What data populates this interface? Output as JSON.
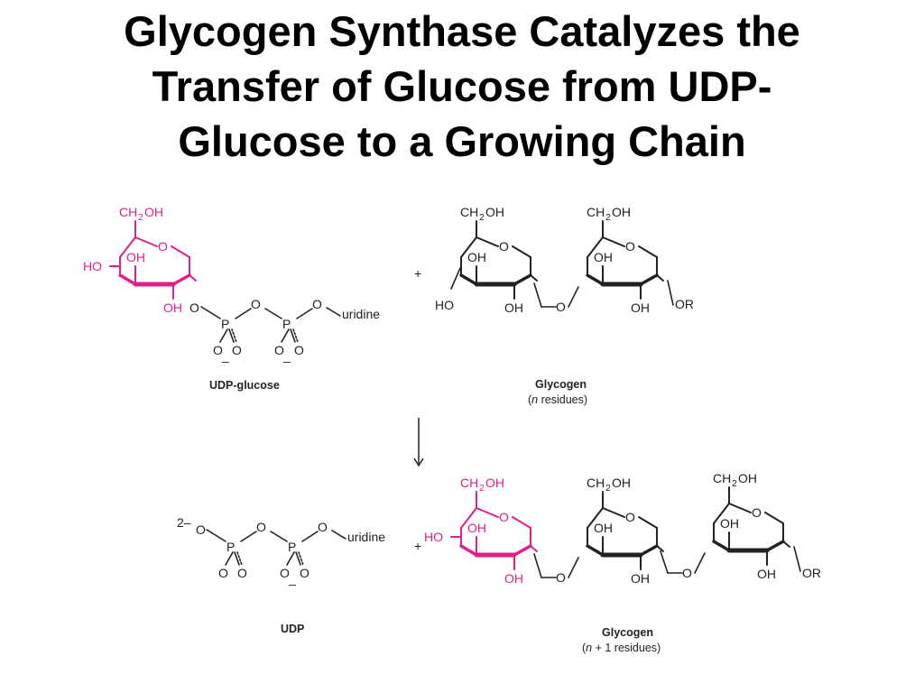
{
  "title": {
    "line1": "Glycogen Synthase Catalyzes the",
    "line2": "Transfer of Glucose from UDP-",
    "line3": "Glucose to a Growing Chain"
  },
  "colors": {
    "highlight": "#e0208a",
    "ink": "#222222",
    "title": "#000000"
  },
  "labels": {
    "ch2": "CH",
    "sub2": "2",
    "oh": "OH",
    "ho": "HO",
    "o": "O",
    "p": "P",
    "minus": "_",
    "or": "OR",
    "uridine": "uridine",
    "plus": "+",
    "dianion": "2–"
  },
  "captions": {
    "udp_glucose": "UDP-glucose",
    "glycogen": "Glycogen",
    "glycogen_n_var": "n",
    "glycogen_n_rest": " residues)",
    "udp": "UDP",
    "glycogen2": "Glycogen",
    "glycogen_n1_var": "n",
    "glycogen_n1_rest": " + 1 residues)",
    "open_paren": "("
  },
  "icons": {
    "reaction_arrow": "down-arrow-icon"
  }
}
